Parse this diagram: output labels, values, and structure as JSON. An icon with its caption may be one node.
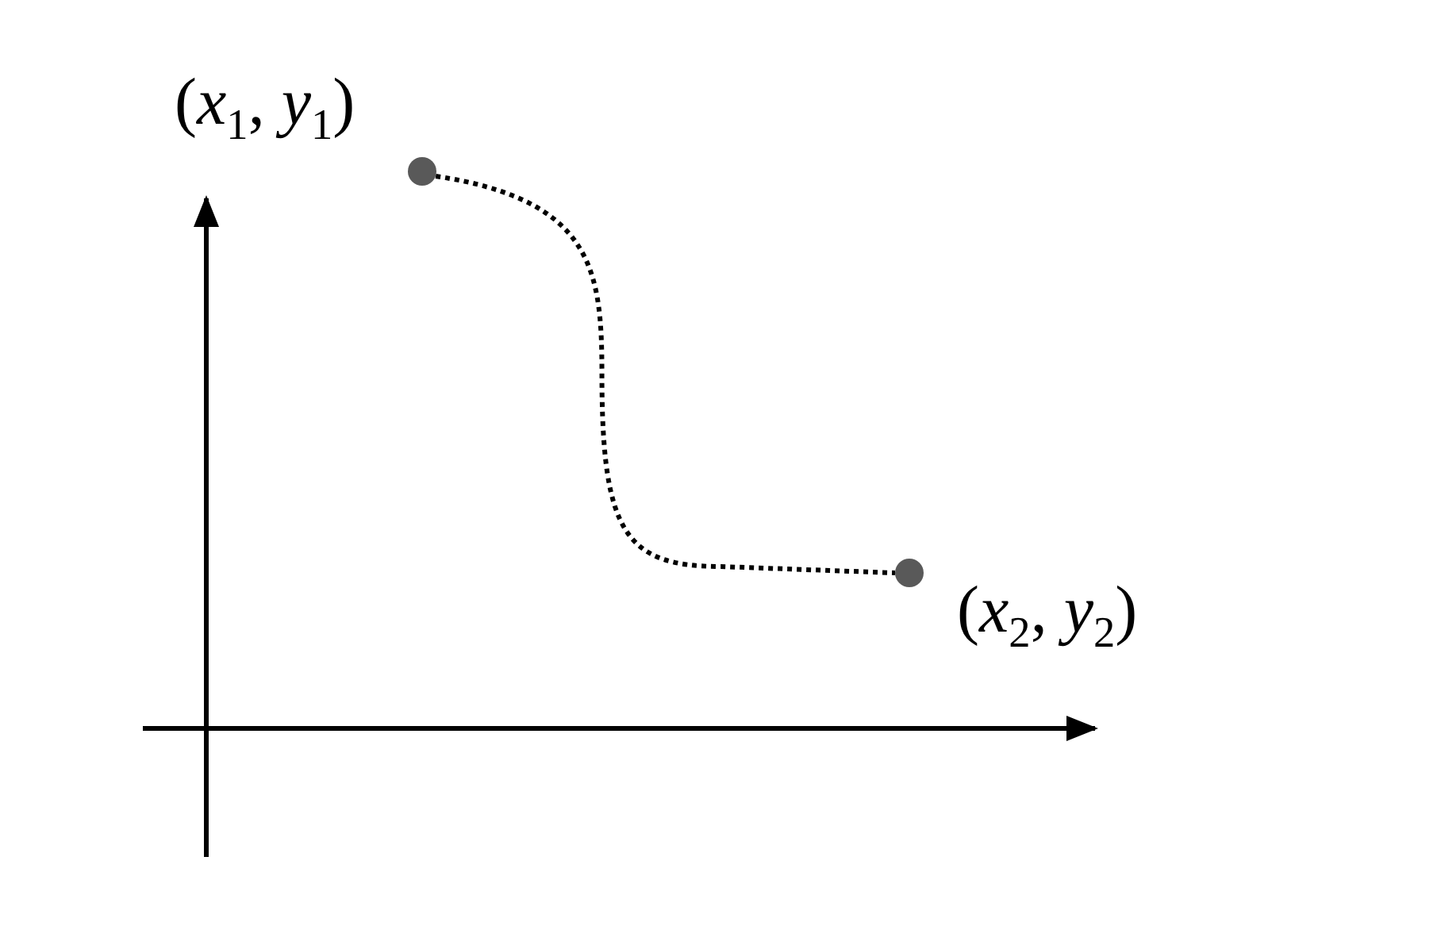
{
  "diagram": {
    "nodes": [
      {
        "text": [],
        "shape": "circle",
        "beside": [
          "(*x*$_{1}$, *y*$_{1}$)"
        ]
      },
      {
        "text": [],
        "shape": "circle",
        "beside": [
          "(*x*$_{2}$, *y*$_{2}$)"
        ]
      }
    ],
    "edges": [
      {
        "from": 0,
        "to": 1,
        "arrow": "none",
        "style": "dashed"
      }
    ]
  }
}
